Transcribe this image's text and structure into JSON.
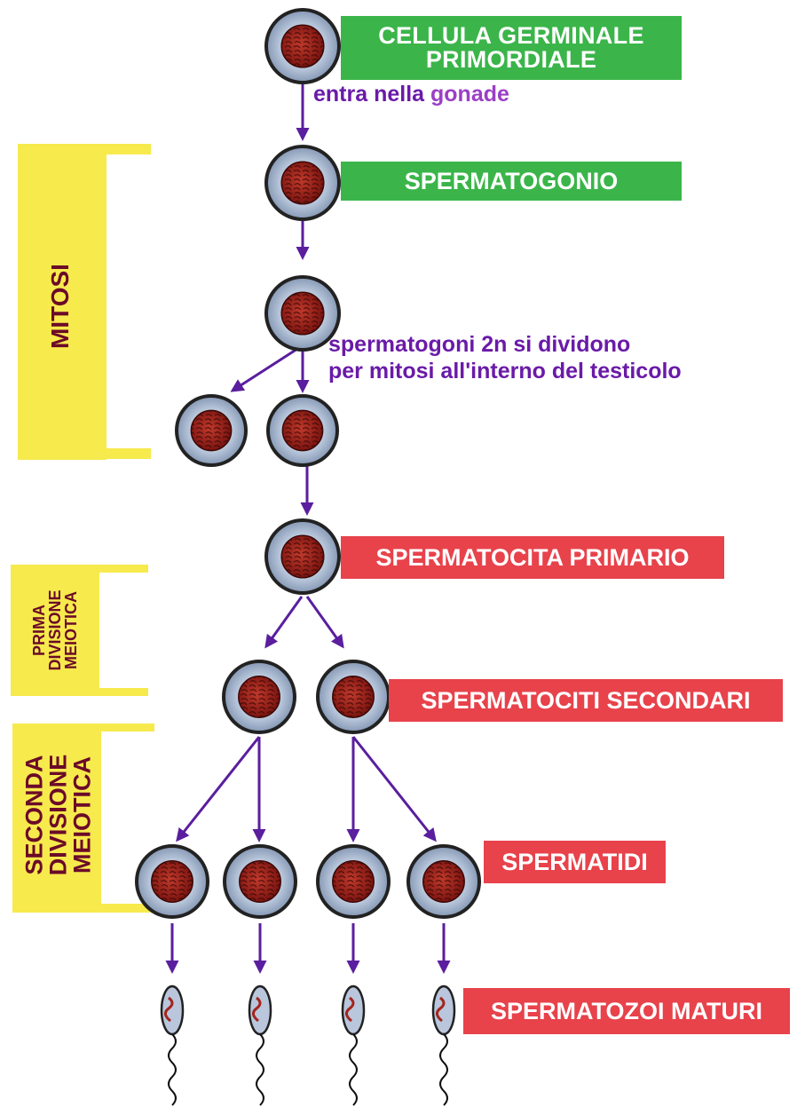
{
  "labels": {
    "primordial_line1": "CELLULA GERMINALE",
    "primordial_line2": "PRIMORDIALE",
    "spermatogonio": "SPERMATOGONIO",
    "spermatocita_primario": "SPERMATOCITA PRIMARIO",
    "spermatociti_secondari": "SPERMATOCITI SECONDARI",
    "spermatidi": "SPERMATIDI",
    "spermatozoi_maturi": "SPERMATOZOI MATURI"
  },
  "notes": {
    "gonade_prefix": "entra nella ",
    "gonade_word": "gonade",
    "mitosi_line1": "spermatogoni 2n si dividono",
    "mitosi_line2": "per mitosi all'interno del testicolo"
  },
  "stages": {
    "mitosi": "MITOSI",
    "prima_line1": "PRIMA",
    "prima_line2": "DIVISIONE",
    "prima_line3": "MEIOTICA",
    "seconda_line1": "SECONDA",
    "seconda_line2": "DIVISIONE",
    "seconda_line3": "MEIOTICA"
  },
  "colors": {
    "green_label": "#3bb54a",
    "red_label": "#e8424b",
    "yellow_bar": "#f6ea4d",
    "arrow_purple": "#5a1e9e",
    "stage_text": "#6b0a28",
    "nucleus": "#a3241c",
    "cytoplasm": "#93a6c0"
  }
}
